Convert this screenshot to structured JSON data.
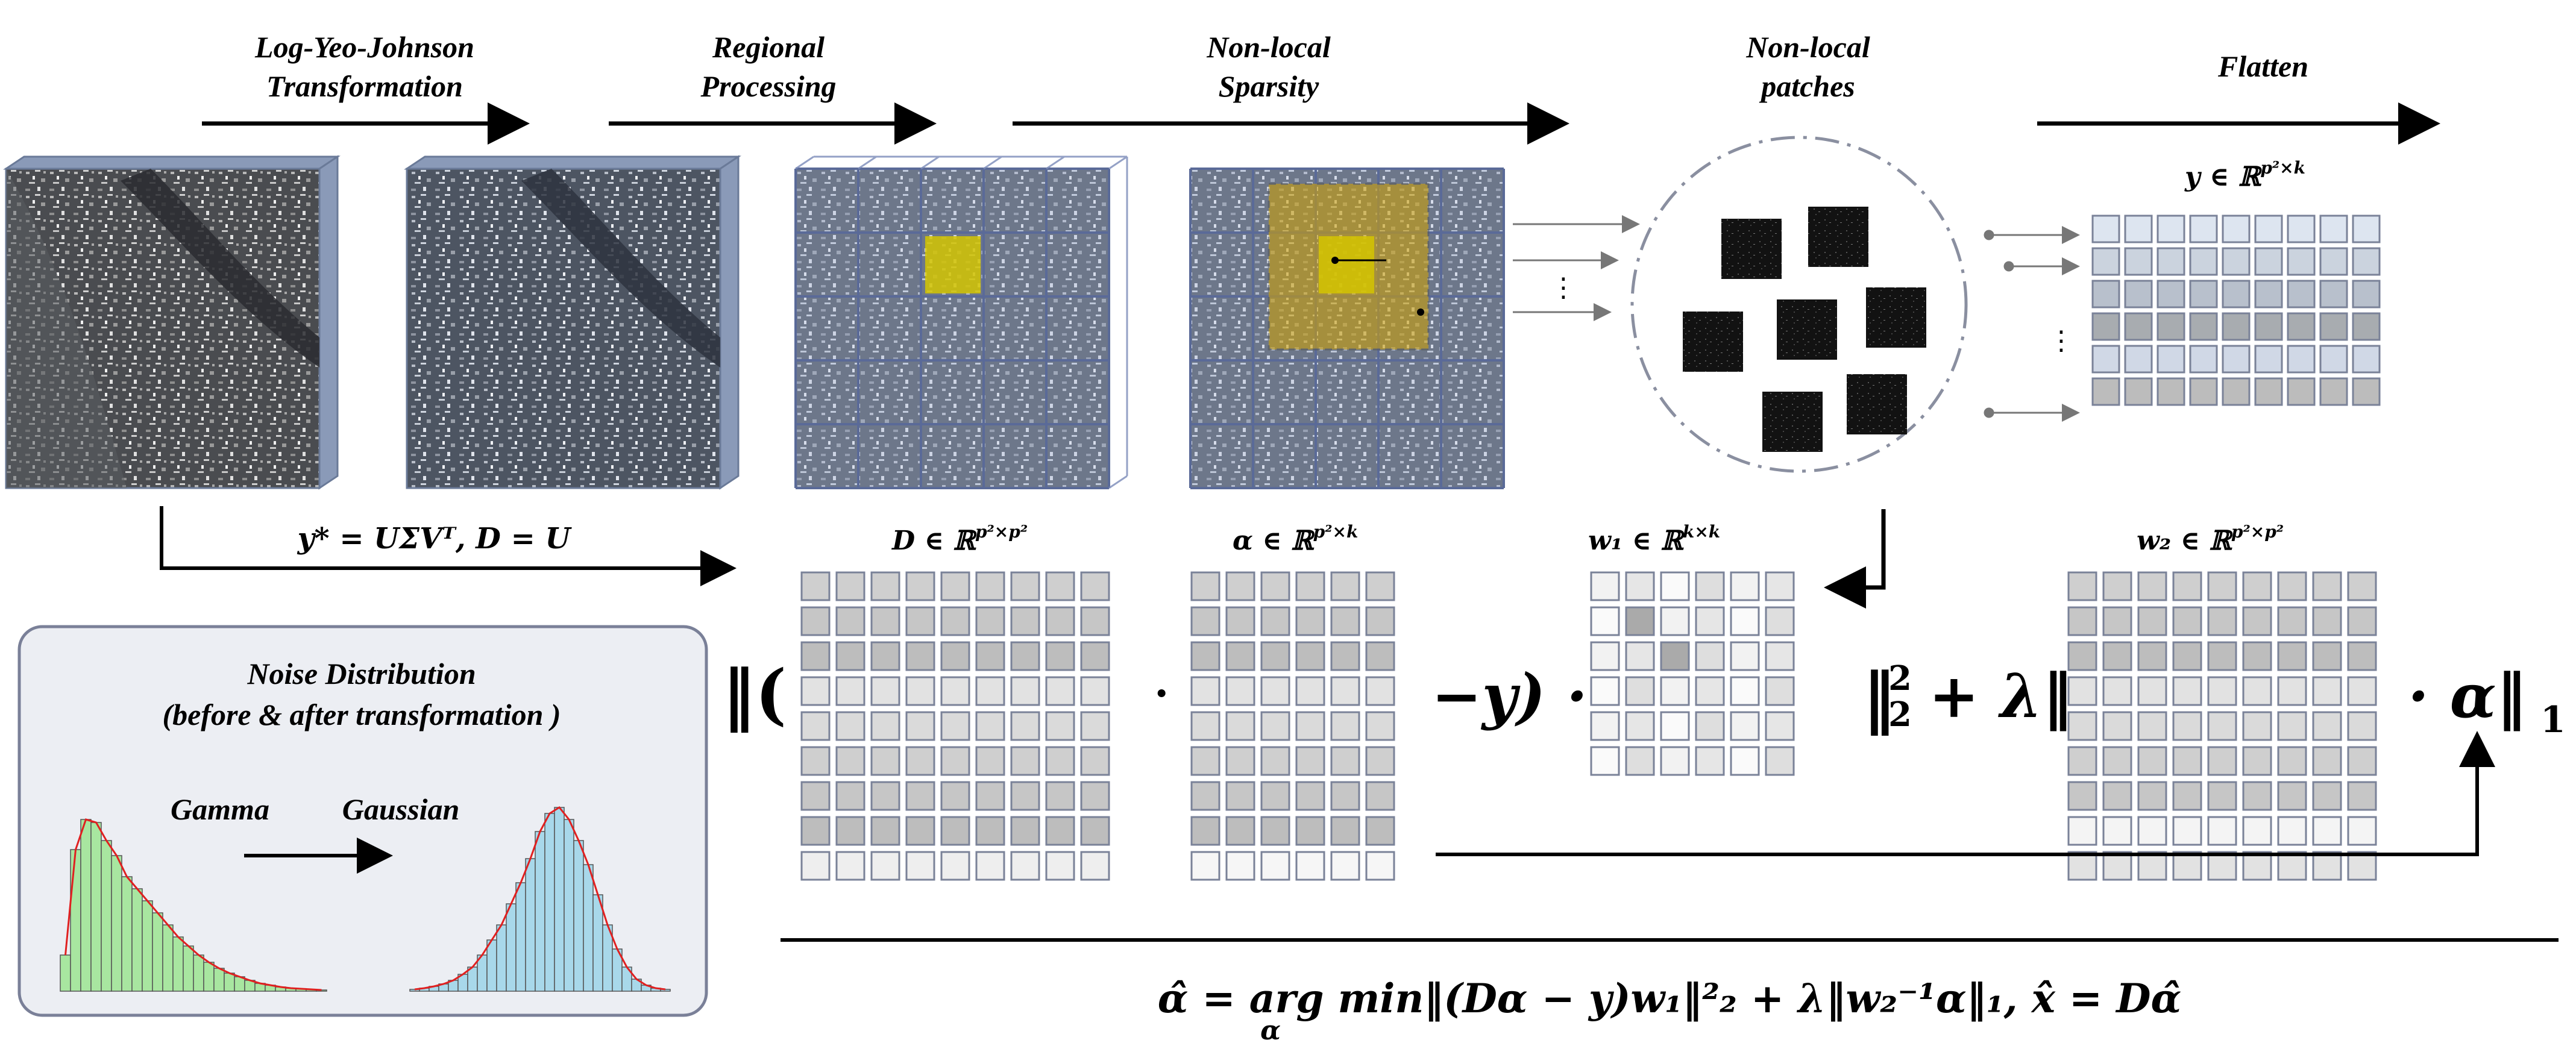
{
  "stages": [
    {
      "line1": "Log-Yeo-Johnson",
      "line2": "Transformation"
    },
    {
      "line1": "Regional",
      "line2": "Processing"
    },
    {
      "line1": "Non-local",
      "line2": "Sparsity"
    },
    {
      "line1": "Non-local",
      "line2": "patches"
    },
    {
      "line1": "Flatten",
      "line2": ""
    }
  ],
  "svd_equation": "y* = UΣVᵀ, D = U",
  "matrices": {
    "y": {
      "label": "y ∈ ℝ",
      "sup": "p²×k"
    },
    "D": {
      "label": "D ∈ ℝ",
      "sup": "p²×p²"
    },
    "alpha": {
      "label": "α ∈ ℝ",
      "sup": "p²×k"
    },
    "w1": {
      "label": "w₁ ∈ ℝ",
      "sup": "k×k"
    },
    "w2": {
      "label": "w₂ ∈ ℝ",
      "sup": "p²×p²"
    }
  },
  "objective": {
    "open": "‖(",
    "dot1": "·",
    "dot2": "·",
    "minus_y": "−y) ·",
    "norm_sq": "‖",
    "sq_sup": "2",
    "sq_sub": "2",
    "plus_lambda": "+ λ‖",
    "dot_alpha": "· α‖",
    "l1_sub": "1"
  },
  "final_equation": "α̂ = arg min‖(Dα − y)w₁‖²₂ + λ‖w₂⁻¹α‖₁,  x̂ = Dα̂",
  "final_equation_sub": "α",
  "noise": {
    "title_line1": "Noise Distribution",
    "title_line2": "(before & after transformation )",
    "left_label": "Gamma",
    "right_label": "Gaussian"
  },
  "ellipsis_vertical": "⋮",
  "colors": {
    "grid_fill": "#d8dce4",
    "grid_stroke": "#7f8fb0",
    "highlight": "#d4c400",
    "gamma_hist": "#a8e6a0",
    "gauss_hist": "#a8d8ea",
    "fit_curve": "#e02020"
  }
}
